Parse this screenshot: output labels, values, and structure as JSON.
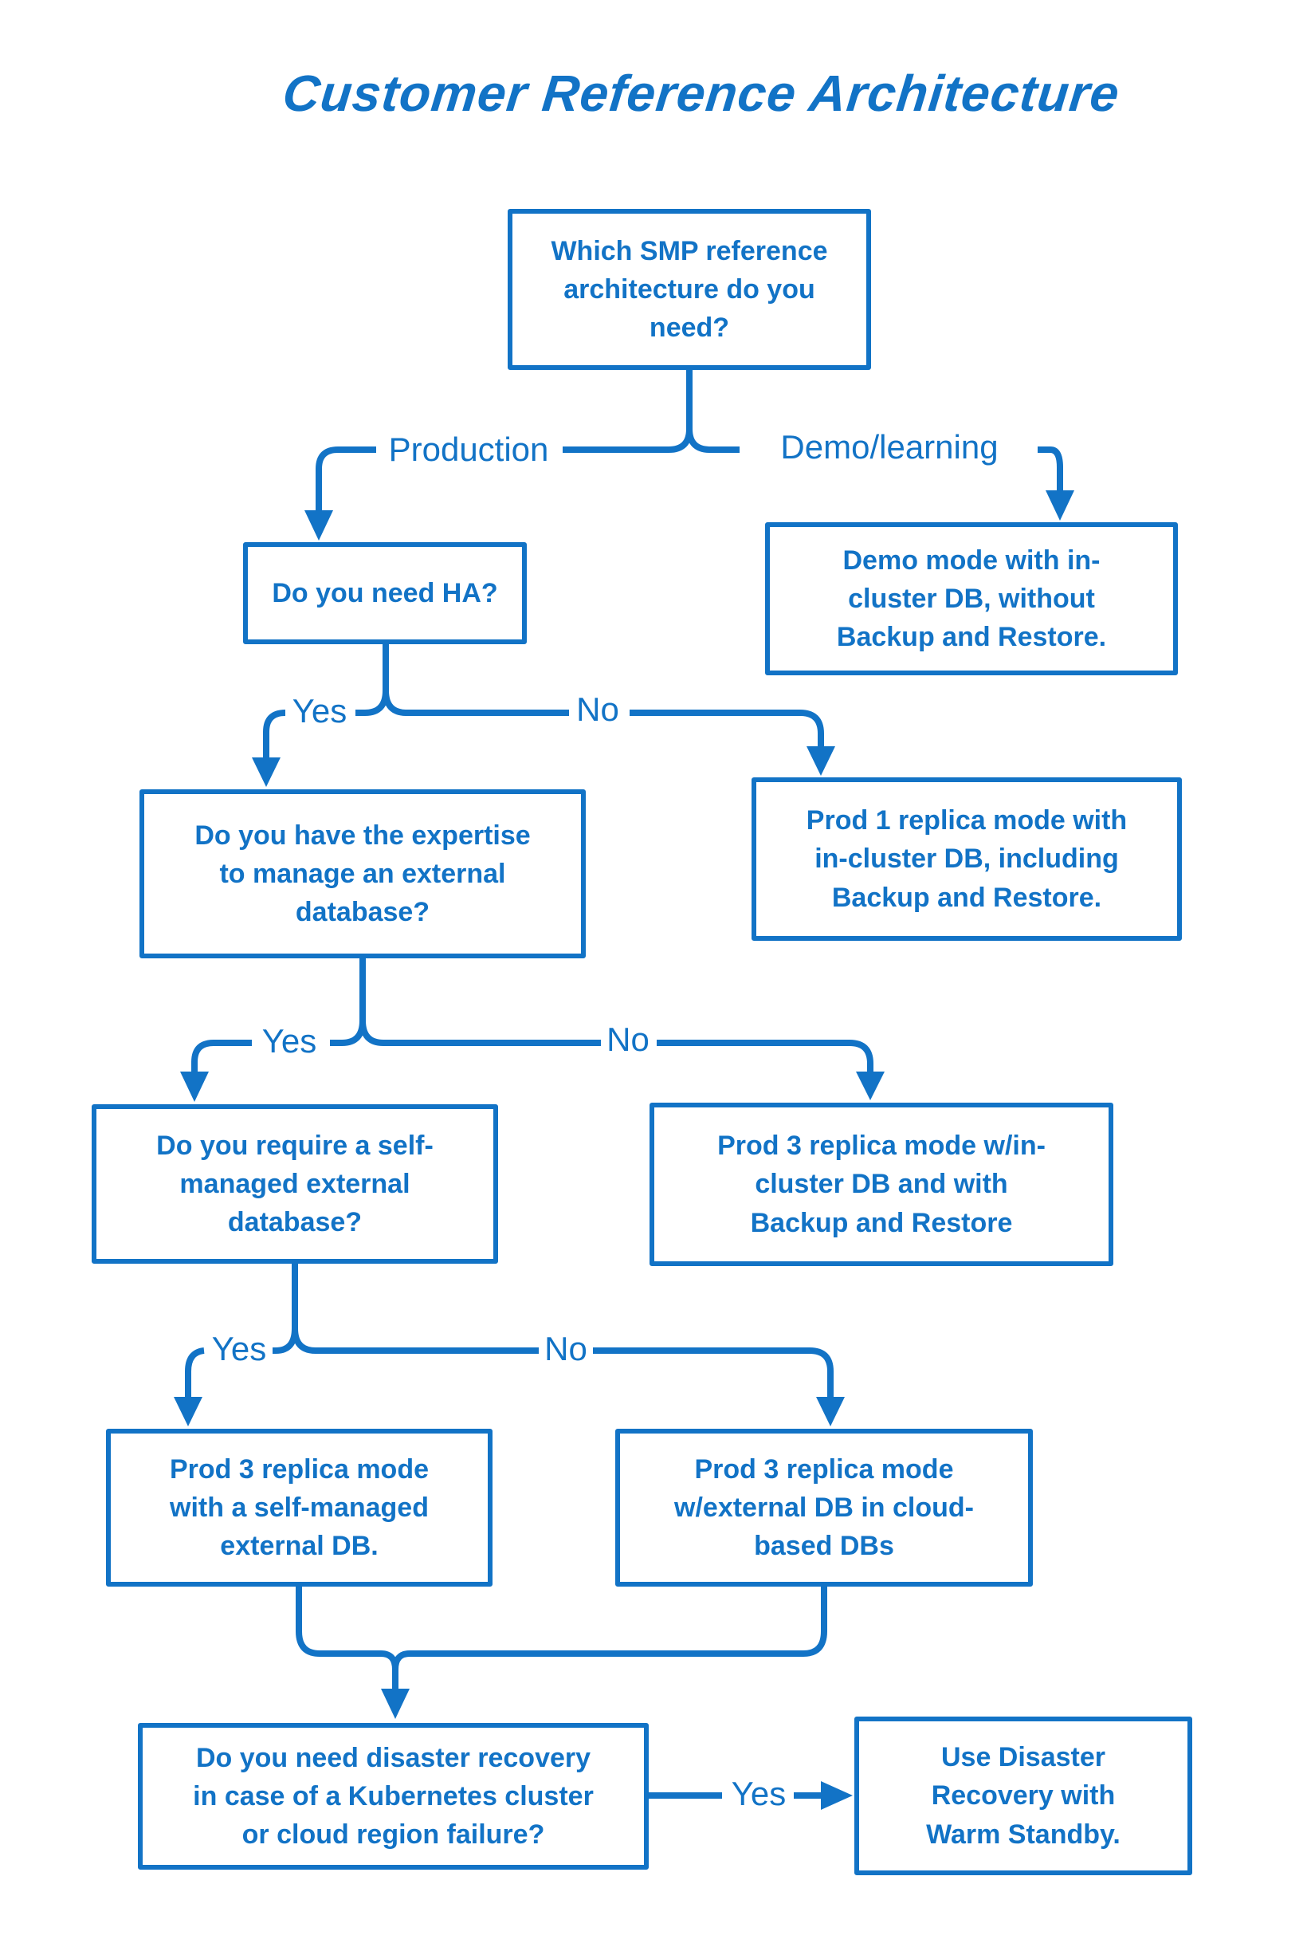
{
  "title": "Customer Reference Architecture",
  "labels": {
    "production": "Production",
    "demo_learning": "Demo/learning",
    "yes": "Yes",
    "no": "No"
  },
  "nodes": {
    "root_question": "Which SMP reference\narchitecture do you\nneed?",
    "ha_question": "Do you need HA?",
    "demo_result": "Demo mode with in-\ncluster DB, without\nBackup and Restore.",
    "expertise_question": "Do you have the expertise\nto manage an external\ndatabase?",
    "prod1_result": "Prod 1 replica mode with\nin-cluster DB, including\nBackup and Restore.",
    "self_managed_question": "Do you require a self-\nmanaged external\ndatabase?",
    "prod3_incluster_result": "Prod 3 replica mode w/in-\ncluster DB and with\nBackup and Restore",
    "prod3_self_managed_result": "Prod 3 replica mode\nwith a self-managed\nexternal DB.",
    "prod3_cloud_result": "Prod 3 replica mode\nw/external DB in cloud-\nbased DBs",
    "dr_question": "Do you need disaster recovery\nin case of a Kubernetes cluster\nor cloud region failure?",
    "dr_result": "Use Disaster\nRecovery with\nWarm Standby."
  },
  "colors": {
    "accent": "#1273c6",
    "background": "#ffffff"
  }
}
